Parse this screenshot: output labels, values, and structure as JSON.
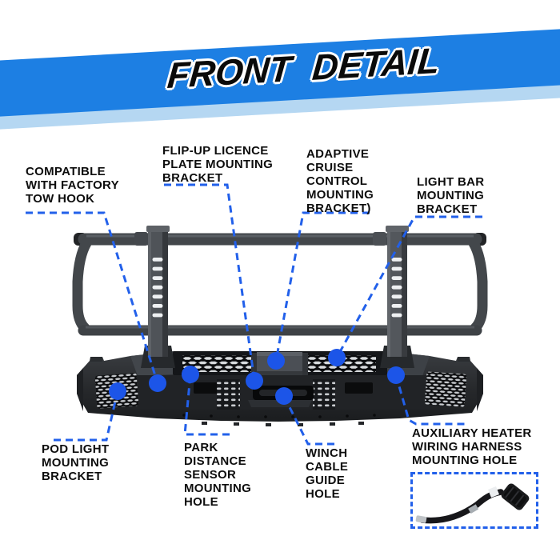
{
  "banner": {
    "title": "FRONT DETAIL"
  },
  "colors": {
    "banner_blue": "#1d7fe3",
    "banner_shadow_blue": "#b5d7f2",
    "leader_line_blue": "#2260ea",
    "dot_blue": "#1c55e8",
    "label_black": "#0d0d0d",
    "bumper_dark_gray": "#26282b"
  },
  "callouts": [
    {
      "id": "tow-hook",
      "label": "COMPATIBLE\nWITH FACTORY\nTOW HOOK"
    },
    {
      "id": "licence-plate",
      "label": "FLIP-UP LICENCE\nPLATE MOUNTING\nBRACKET"
    },
    {
      "id": "adaptive-cruise",
      "label": "ADAPTIVE\nCRUISE\nCONTROL\nMOUNTING\nBRACKET)"
    },
    {
      "id": "light-bar",
      "label": "LIGHT BAR\nMOUNTING\nBRACKET"
    },
    {
      "id": "pod-light",
      "label": "POD LIGHT\nMOUNTING\nBRACKET"
    },
    {
      "id": "park-sensor",
      "label": "PARK\nDISTANCE\nSENSOR\nMOUNTING\nHOLE"
    },
    {
      "id": "winch-guide",
      "label": "WINCH\nCABLE\nGUIDE\nHOLE"
    },
    {
      "id": "aux-heater",
      "label": "AUXILIARY HEATER\nWIRING HARNESS\nMOUNTING HOLE"
    }
  ]
}
